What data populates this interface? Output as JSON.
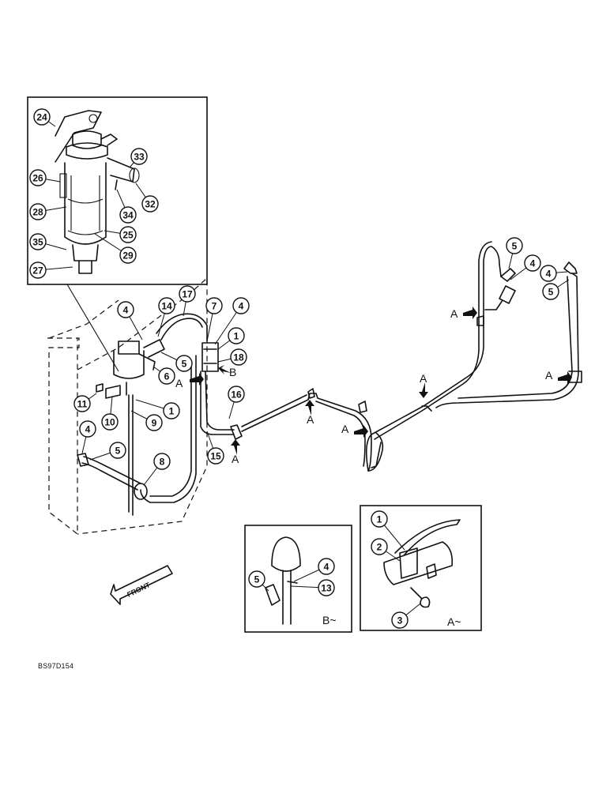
{
  "drawing_code": "BS97D154",
  "front_label": "FRONT",
  "section_a": "A~",
  "section_b": "B~",
  "ref_a": "A",
  "ref_b": "B",
  "callouts": {
    "inset_filter": [
      "24",
      "33",
      "26",
      "32",
      "28",
      "34",
      "25",
      "35",
      "29",
      "27"
    ],
    "main": [
      "4",
      "14",
      "17",
      "7",
      "4",
      "1",
      "18",
      "5",
      "6",
      "16",
      "11",
      "10",
      "1",
      "9",
      "4",
      "5",
      "15",
      "8",
      "5",
      "4",
      "4",
      "5"
    ],
    "detail_b": [
      "5",
      "4",
      "13"
    ],
    "detail_a": [
      "1",
      "2",
      "3"
    ]
  }
}
